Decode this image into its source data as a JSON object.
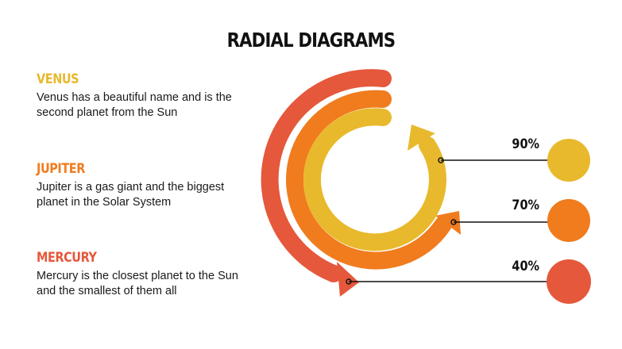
{
  "title": "RADIAL DIAGRAMS",
  "colors": {
    "venus": "#E8B92C",
    "jupiter": "#F07C1E",
    "mercury": "#E5583B",
    "text": "#111111",
    "line": "#111111"
  },
  "items": [
    {
      "name": "VENUS",
      "description": "Venus has a beautiful name and is the second planet from the Sun",
      "color": "#E8B92C"
    },
    {
      "name": "JUPITER",
      "description": "Jupiter is a gas giant and the biggest planet in the Solar System",
      "color": "#F07C1E"
    },
    {
      "name": "MERCURY",
      "description": "Mercury is the closest planet to the Sun and the smallest of them all",
      "color": "#E5583B"
    }
  ],
  "percentages": [
    {
      "label": "90%",
      "value": 90,
      "color": "#E8B92C"
    },
    {
      "label": "70%",
      "value": 70,
      "color": "#F07C1E"
    },
    {
      "label": "40%",
      "value": 40,
      "color": "#E5583B"
    }
  ],
  "chart_data": {
    "type": "radial-arrow-bars",
    "title": "RADIAL DIAGRAMS",
    "categories": [
      "Venus",
      "Jupiter",
      "Mercury"
    ],
    "values": [
      90,
      70,
      40
    ],
    "labels": [
      "90%",
      "70%",
      "40%"
    ]
  }
}
